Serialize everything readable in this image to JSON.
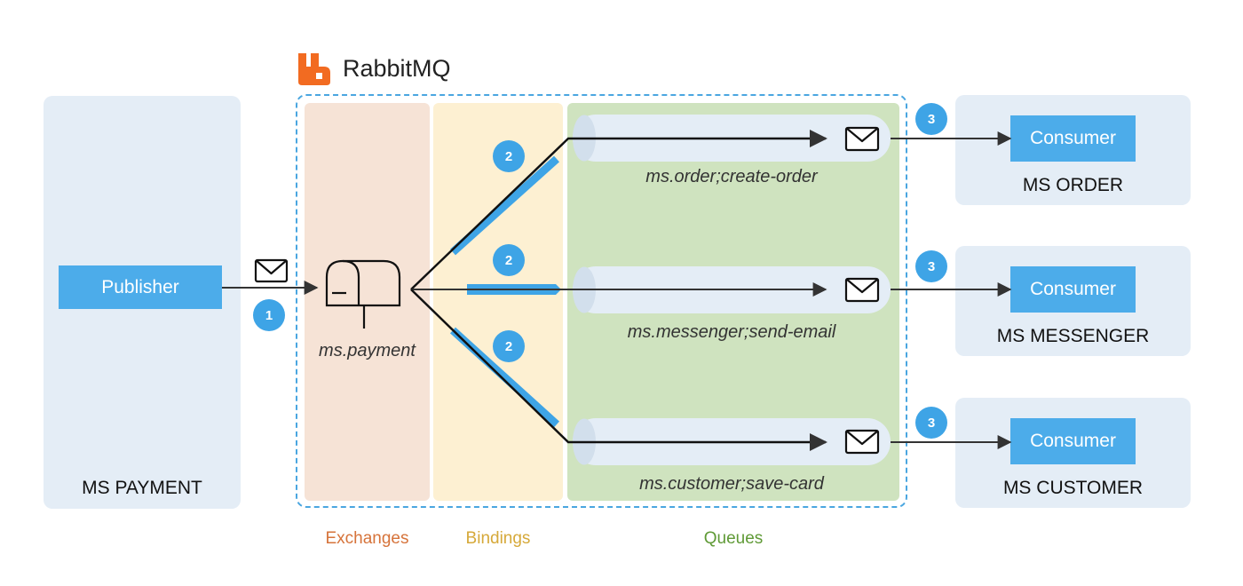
{
  "brand": {
    "name": "RabbitMQ",
    "icon": "rabbitmq-logo-icon",
    "color": "#f26b21"
  },
  "publisher_service": {
    "title": "MS PAYMENT",
    "publisher_label": "Publisher"
  },
  "exchange": {
    "name": "ms.payment",
    "icon": "mailbox-icon"
  },
  "lanes": {
    "exchanges": "Exchanges",
    "bindings": "Bindings",
    "queues": "Queues"
  },
  "queues": [
    {
      "name": "ms.order;create-order"
    },
    {
      "name": "ms.messenger;send-email"
    },
    {
      "name": "ms.customer;save-card"
    }
  ],
  "consumers": [
    {
      "service": "MS ORDER",
      "label": "Consumer"
    },
    {
      "service": "MS MESSENGER",
      "label": "Consumer"
    },
    {
      "service": "MS CUSTOMER",
      "label": "Consumer"
    }
  ],
  "steps": {
    "publish": "1",
    "route": "2",
    "consume": "3"
  },
  "colors": {
    "service_panel": "#e4edf6",
    "exchange_lane": "#f6e3d6",
    "binding_lane": "#fdf0d2",
    "queue_lane": "#cfe3bf",
    "accent_blue": "#4cacea",
    "exchanges_text": "#d6733a",
    "bindings_text": "#d6a93a",
    "queues_text": "#5f9a36"
  }
}
